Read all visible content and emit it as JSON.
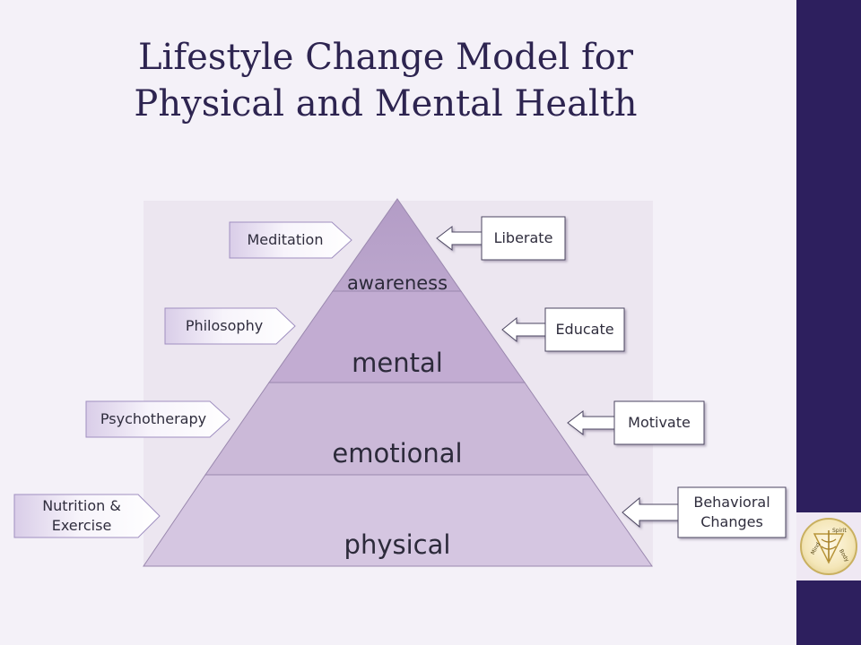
{
  "title": {
    "line1": "Lifestyle Change Model for",
    "line2": "Physical and Mental Health"
  },
  "pyramid": {
    "levels": [
      {
        "label": "awareness"
      },
      {
        "label": "mental"
      },
      {
        "label": "emotional"
      },
      {
        "label": "physical"
      }
    ]
  },
  "left_callouts": [
    {
      "text": "Meditation"
    },
    {
      "text": "Philosophy"
    },
    {
      "text": "Psychotherapy"
    },
    {
      "line1": "Nutrition &",
      "line2": "Exercise"
    }
  ],
  "right_callouts": [
    {
      "text": "Liberate"
    },
    {
      "text": "Educate"
    },
    {
      "text": "Motivate"
    },
    {
      "line1": "Behavioral",
      "line2": "Changes"
    }
  ],
  "logo": {
    "words": [
      "Spirit",
      "Mind",
      "Body"
    ]
  },
  "colors": {
    "sidebar": "#2d1f5e",
    "level_awareness": "#b9a3c9",
    "level_mental": "#c3aed2",
    "level_emotional": "#ccbbd9",
    "level_physical": "#d6c8e2"
  }
}
